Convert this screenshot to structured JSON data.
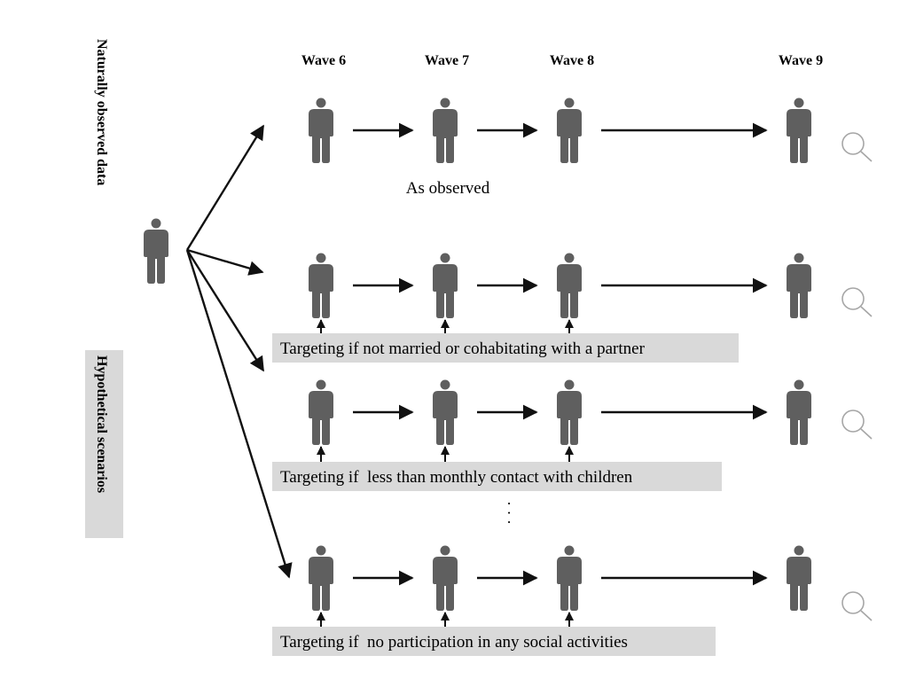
{
  "waves": [
    "Wave 6",
    "Wave 7",
    "Wave 8",
    "Wave 9"
  ],
  "side_labels": {
    "observed": "Naturally observed data",
    "hypothetical": "Hypothetical scenarios"
  },
  "as_observed_label": "As observed",
  "scenarios": [
    "Targeting if not married or cohabitating with a partner",
    "Targeting if  less than monthly contact with children",
    "Targeting if  no participation in any social activities"
  ],
  "ellipsis": "· · ·",
  "colors": {
    "person": "#5f5f5f",
    "label_box": "#d9d9d9",
    "arrow": "#111111",
    "magnifier": "#a6a6a6"
  },
  "icons": [
    "person-icon",
    "magnifier-icon",
    "arrow"
  ]
}
